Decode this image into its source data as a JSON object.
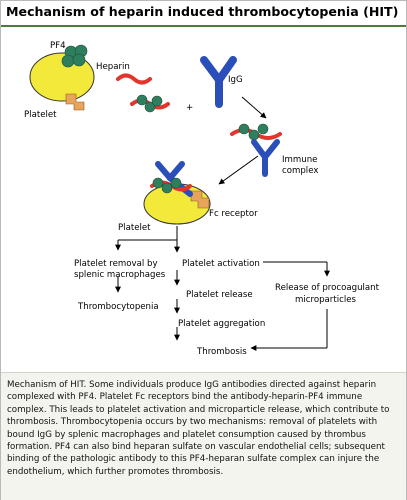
{
  "title": "Mechanism of heparin induced thrombocytopenia (HIT)",
  "diagram": {
    "labels": {
      "pf4": "PF4",
      "heparin": "Heparin",
      "plus": "+",
      "igg": "IgG",
      "platelet_top": "Platelet",
      "immune_complex_line1": "Immune",
      "immune_complex_line2": "complex",
      "fc_receptor": "Fc receptor",
      "platelet_bound": "Platelet",
      "removal_line1": "Platelet removal by",
      "removal_line2": "splenic macrophages",
      "thrombocytopenia": "Thrombocytopenia",
      "activation": "Platelet activation",
      "release": "Platelet release",
      "aggregation": "Platelet aggregation",
      "thrombosis": "Thrombosis",
      "procoagulant_line1": "Release of procoagulant",
      "procoagulant_line2": "microparticles"
    },
    "colors": {
      "platelet": "#f2e93a",
      "pf4": "#2f7f5f",
      "heparin": "#e0362d",
      "igg": "#2a4fb8",
      "fc_receptor": "#e7a45a"
    }
  },
  "caption": "Mechanism of HIT. Some individuals produce IgG antibodies directed against heparin complexed with PF4. Platelet Fc receptors bind the antibody-heparin-PF4 immune complex. This leads to platelet activation and microparticle release, which contribute to thrombosis. Thrombocytopenia occurs by two mechanisms: removal of platelets with bound IgG by splenic macrophages and platelet consumption caused by thrombus formation. PF4 can also bind heparan sulfate on vascular endothelial cells; subsequent binding of the pathologic antibody to this PF4-heparan sulfate complex can injure the endothelium, which further promotes thrombosis."
}
